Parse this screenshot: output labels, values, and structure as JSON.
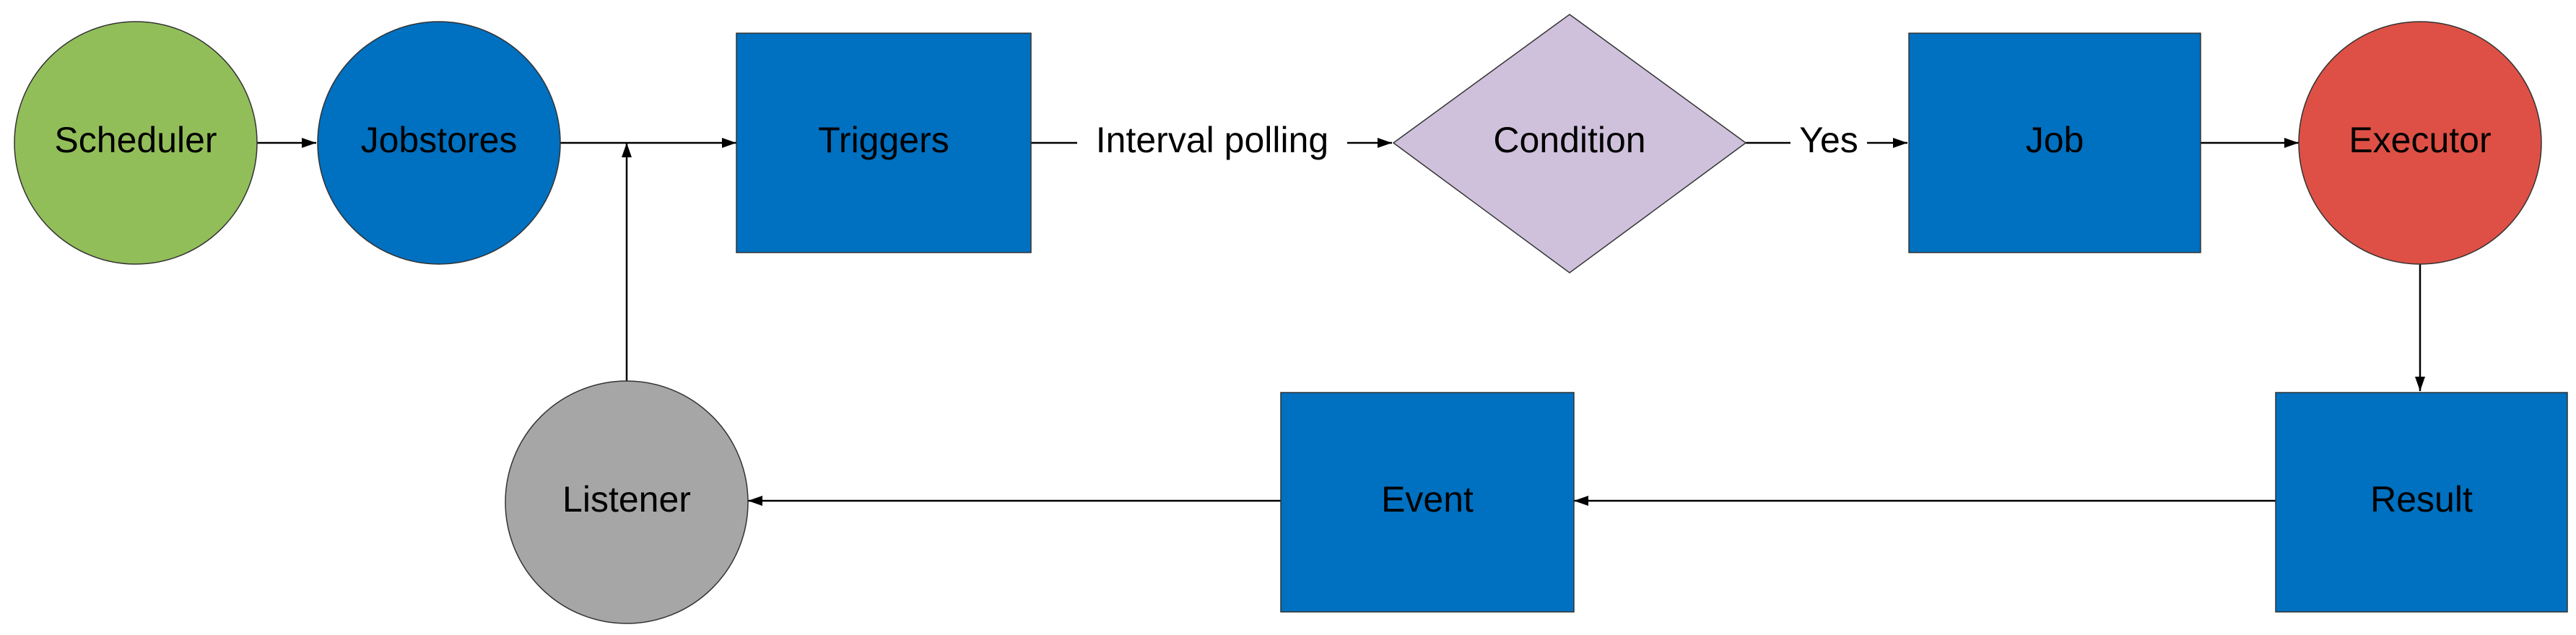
{
  "nodes": {
    "scheduler": {
      "label": "Scheduler",
      "shape": "circle",
      "color": "#92BE5A"
    },
    "jobstores": {
      "label": "Jobstores",
      "shape": "circle",
      "color": "#0070C0"
    },
    "triggers": {
      "label": "Triggers",
      "shape": "rectangle",
      "color": "#0070C0"
    },
    "condition": {
      "label": "Condition",
      "shape": "diamond",
      "color": "#CFC1DC"
    },
    "job": {
      "label": "Job",
      "shape": "rectangle",
      "color": "#0070C0"
    },
    "executor": {
      "label": "Executor",
      "shape": "circle",
      "color": "#DE5045"
    },
    "result": {
      "label": "Result",
      "shape": "rectangle",
      "color": "#0070C0"
    },
    "event": {
      "label": "Event",
      "shape": "rectangle",
      "color": "#0070C0"
    },
    "listener": {
      "label": "Listener",
      "shape": "circle",
      "color": "#A6A6A6"
    }
  },
  "edges": [
    {
      "from": "Scheduler",
      "to": "Jobstores",
      "label": ""
    },
    {
      "from": "Jobstores",
      "to": "Triggers",
      "label": ""
    },
    {
      "from": "Triggers",
      "to": "Condition",
      "label": "Interval polling"
    },
    {
      "from": "Condition",
      "to": "Job",
      "label": "Yes"
    },
    {
      "from": "Job",
      "to": "Executor",
      "label": ""
    },
    {
      "from": "Executor",
      "to": "Result",
      "label": ""
    },
    {
      "from": "Result",
      "to": "Event",
      "label": ""
    },
    {
      "from": "Event",
      "to": "Listener",
      "label": ""
    },
    {
      "from": "Listener",
      "to": "Jobstores-Triggers connector",
      "label": ""
    }
  ]
}
